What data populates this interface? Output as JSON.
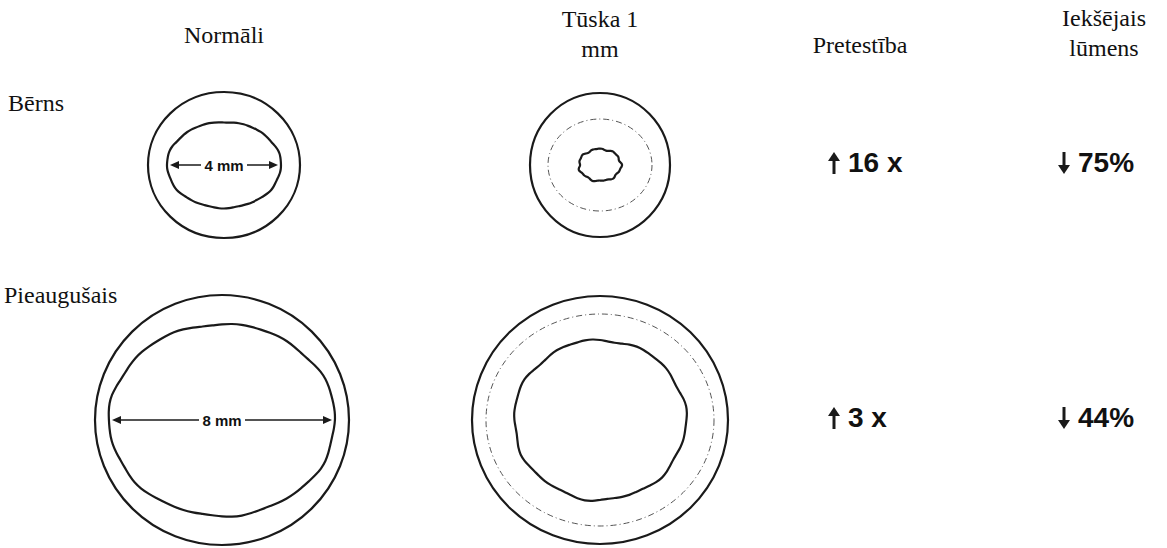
{
  "diagram": {
    "nodes": [
      {
        "text": [
          "4 mm"
        ]
      },
      {
        "text": [
          "8 mm"
        ]
      }
    ],
    "labels": [
      "Normāli",
      "Tūska 1 mm",
      "Pretestība",
      "Iekšējais lūmens",
      "Bērns",
      "Pieaugušais",
      "16 x",
      "75%",
      "3 x",
      "44%"
    ]
  }
}
